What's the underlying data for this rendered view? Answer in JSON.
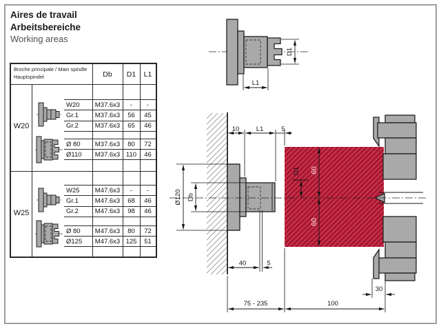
{
  "title": {
    "line1": "Aires de travail",
    "line2": "Arbeitsbereiche",
    "line3": "Working areas"
  },
  "table": {
    "header": {
      "col_main_fr": "Broche principale / Main spindle",
      "col_main_de": "Hauptspindel",
      "col_db": "Db",
      "col_d1": "D1",
      "col_l1": "L1"
    },
    "sections": [
      {
        "label": "W20",
        "groups": [
          [
            {
              "label": "W20",
              "db": "M37.6x3",
              "d1": "-",
              "l1": "-"
            },
            {
              "label": "Gr.1",
              "db": "M37.6x3",
              "d1": "56",
              "l1": "45"
            },
            {
              "label": "Gr.2",
              "db": "M37.6x3",
              "d1": "65",
              "l1": "46"
            }
          ],
          [
            {
              "label": "Ø 80",
              "db": "M37.6x3",
              "d1": "80",
              "l1": "72"
            },
            {
              "label": "Ø110",
              "db": "M37.6x3",
              "d1": "110",
              "l1": "46"
            }
          ]
        ]
      },
      {
        "label": "W25",
        "groups": [
          [
            {
              "label": "W25",
              "db": "M47.6x3",
              "d1": "-",
              "l1": "-"
            },
            {
              "label": "Gr.1",
              "db": "M47.6x3",
              "d1": "68",
              "l1": "46"
            },
            {
              "label": "Gr.2",
              "db": "M47.6x3",
              "d1": "98",
              "l1": "46"
            }
          ],
          [
            {
              "label": "Ø 80",
              "db": "M47.6x3",
              "d1": "80",
              "l1": "72"
            },
            {
              "label": "Ø125",
              "db": "M47.6x3",
              "d1": "125",
              "l1": "51"
            }
          ]
        ]
      }
    ]
  },
  "chuck_detail": {
    "d1": "D1",
    "l1": "L1"
  },
  "working_area": {
    "dim10": "10",
    "l1": "L1",
    "dim5_top": "5",
    "dia120": "Ø120",
    "db": "Db",
    "d1": "D1",
    "sixty_upper": "60",
    "sixty_lower": "60",
    "dim40": "40",
    "dim5_bottom": "5",
    "range": "75 - 235",
    "dim100": "100",
    "dim30": "30"
  },
  "colors": {
    "work_area_red": "#b01530",
    "work_area_hatch": "#c65467",
    "work_area_text": "#f6e0e3",
    "part_gray": "#a9a9a9",
    "outline": "#1f1f1f",
    "wall_hatch": "#8f8f8f",
    "frame": "#9aa0a5"
  }
}
